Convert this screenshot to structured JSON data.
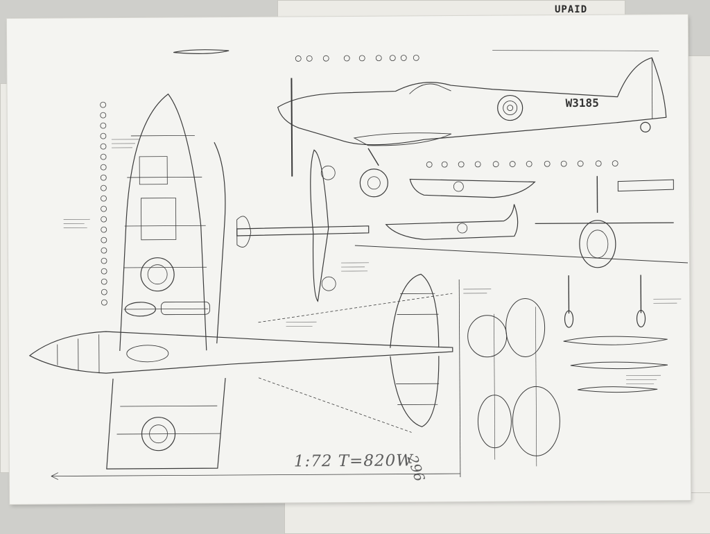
{
  "photo": {
    "subject": "",
    "background_label": "UPAID"
  },
  "drawing": {
    "serial_marking": "W3185",
    "scale_note": "1:72 T=820W",
    "scale_number": "296"
  },
  "colors": {
    "paper": "#f4f4f1",
    "ink": "#3a3a3a",
    "pencil": "#5c5c5c",
    "table": "#cfcfcb"
  }
}
